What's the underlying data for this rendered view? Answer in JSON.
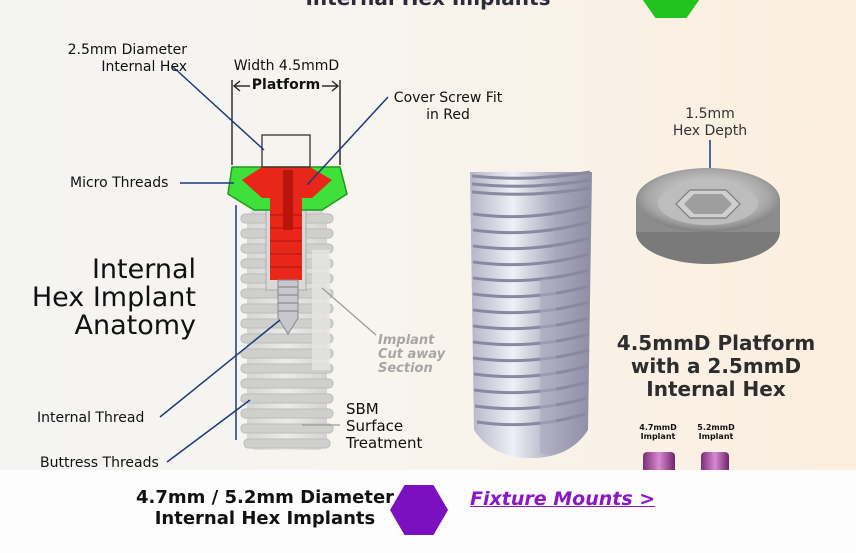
{
  "header": {
    "title": "Internal Hex Implants",
    "accent_color": "#22c21f"
  },
  "labels": {
    "diameter_hex": [
      "2.5mm Diameter",
      "Internal Hex"
    ],
    "width": "Width 4.5mmD",
    "platform": "Platform",
    "cover_screw": [
      "Cover Screw Fit",
      "in Red"
    ],
    "micro_threads": "Micro Threads",
    "anatomy": [
      "Internal",
      "Hex Implant",
      "Anatomy"
    ],
    "cut_away": [
      "Implant",
      "Cut away",
      "Section"
    ],
    "internal_thread": "Internal Thread",
    "buttress_threads": "Buttress Threads",
    "sbm": [
      "SBM",
      "Surface",
      "Treatment"
    ],
    "hex_depth": [
      "1.5mm",
      "Hex Depth"
    ],
    "platform_desc": [
      "4.5mmD Platform",
      "with a 2.5mmD",
      "Internal Hex"
    ],
    "mount_47": [
      "4.7mmD",
      "Implant"
    ],
    "mount_52": [
      "5.2mmD",
      "Implant"
    ]
  },
  "footer": {
    "title": [
      "4.7mm / 5.2mm Diameter",
      "Internal Hex Implants"
    ],
    "fixture_link": "Fixture Mounts >",
    "hex_color": "#7a10c0",
    "link_color": "#8a18c8"
  }
}
